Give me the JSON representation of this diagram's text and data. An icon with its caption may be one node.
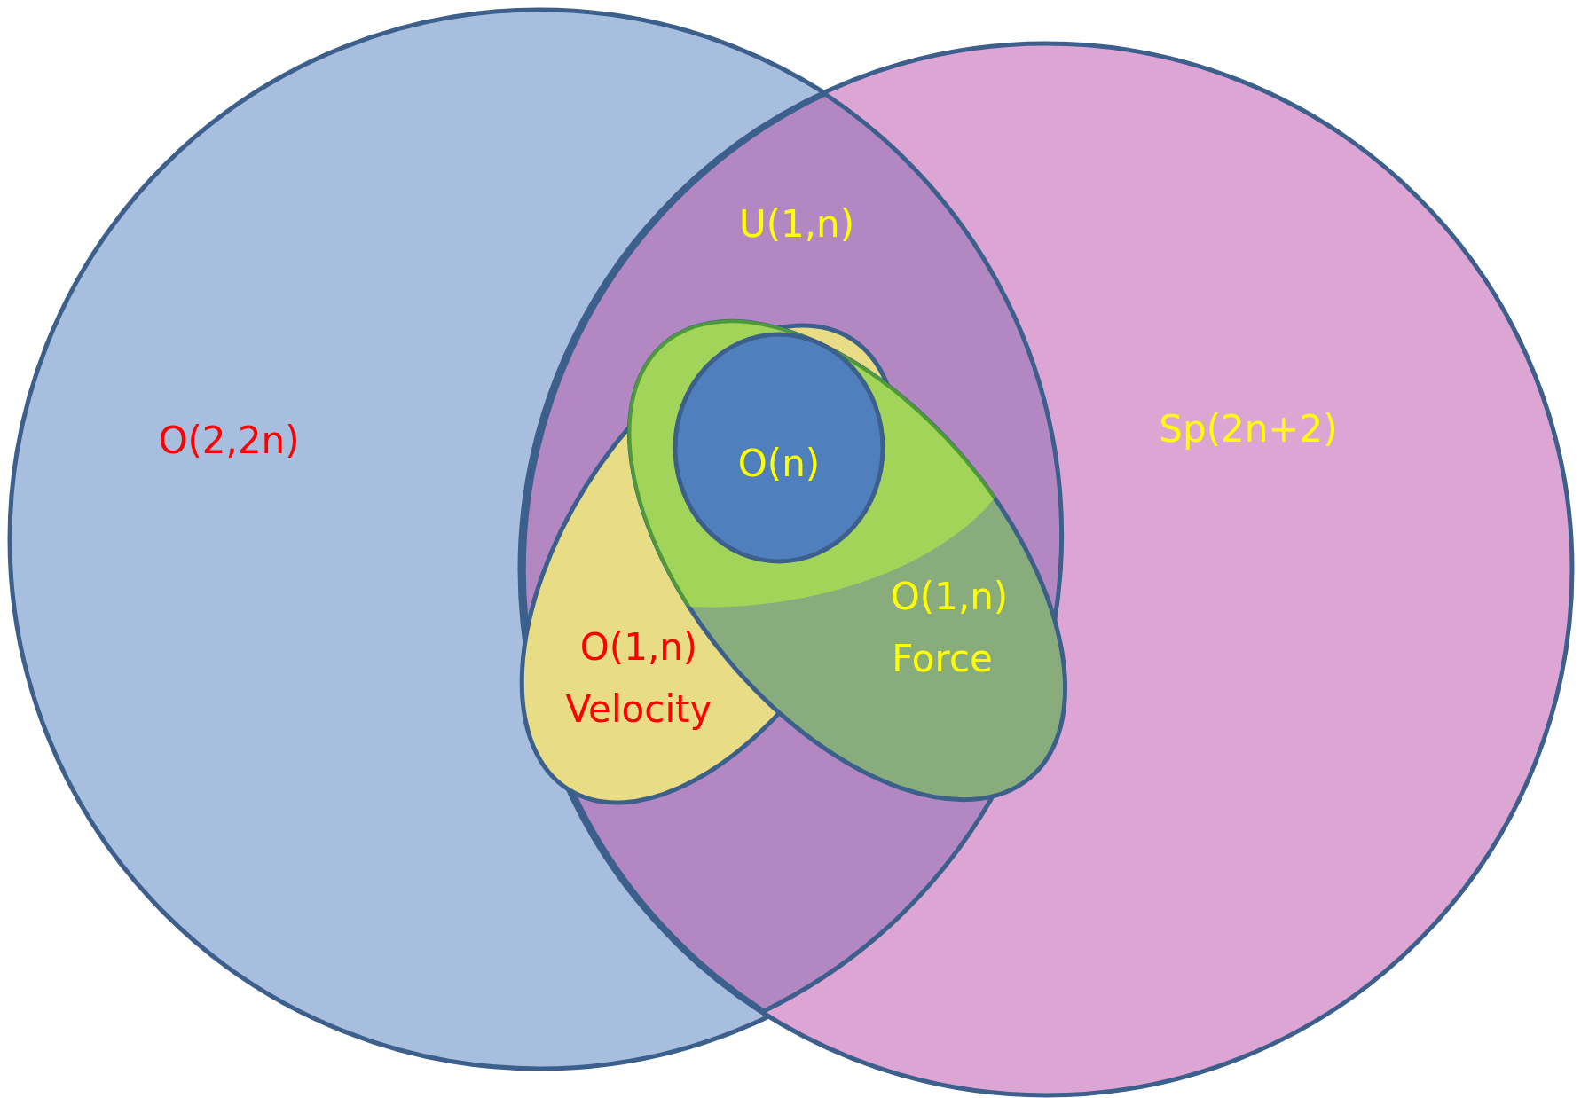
{
  "diagram": {
    "nodes": [
      {
        "text": [
          "O(2,2n)"
        ]
      },
      {
        "text": [
          "Sp(2n+2)"
        ]
      },
      {
        "text": [
          "U(1,n)"
        ]
      },
      {
        "text": [
          "O(1,n)",
          "Velocity"
        ],
        "in": 2
      },
      {
        "text": [
          "O(1,n)",
          "Force"
        ],
        "in": 2
      },
      {
        "text": [
          "O(n)"
        ]
      }
    ]
  }
}
